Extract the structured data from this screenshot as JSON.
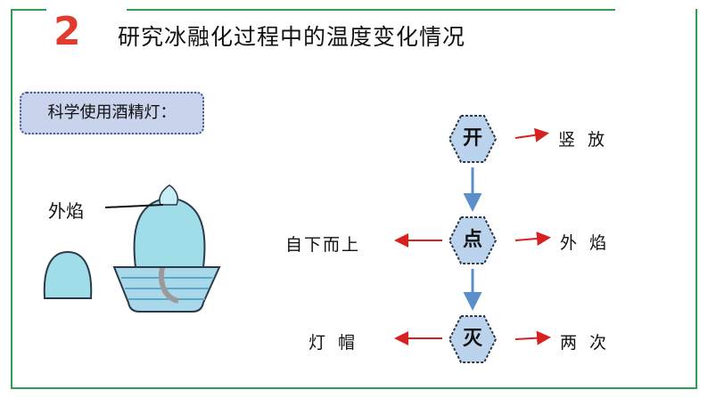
{
  "header": {
    "step_number": "2",
    "title": "研究冰融化过程中的温度变化情况"
  },
  "section": {
    "label": "科学使用酒精灯："
  },
  "illustration": {
    "outer_flame_label": "外焰"
  },
  "flow": {
    "steps": [
      {
        "action": "开",
        "right_note": "竖 放",
        "left_note": ""
      },
      {
        "action": "点",
        "right_note": "外 焰",
        "left_note": "自下而上"
      },
      {
        "action": "灭",
        "right_note": "两 次",
        "left_note": "灯 帽"
      }
    ]
  },
  "colors": {
    "frame": "#2f9e57",
    "step_number": "#e03b2c",
    "hexagon_fill": "#bcd3ee",
    "down_arrow": "#5b8fc9",
    "side_arrow": "#d92020",
    "label_box": "#c9d3ec"
  }
}
